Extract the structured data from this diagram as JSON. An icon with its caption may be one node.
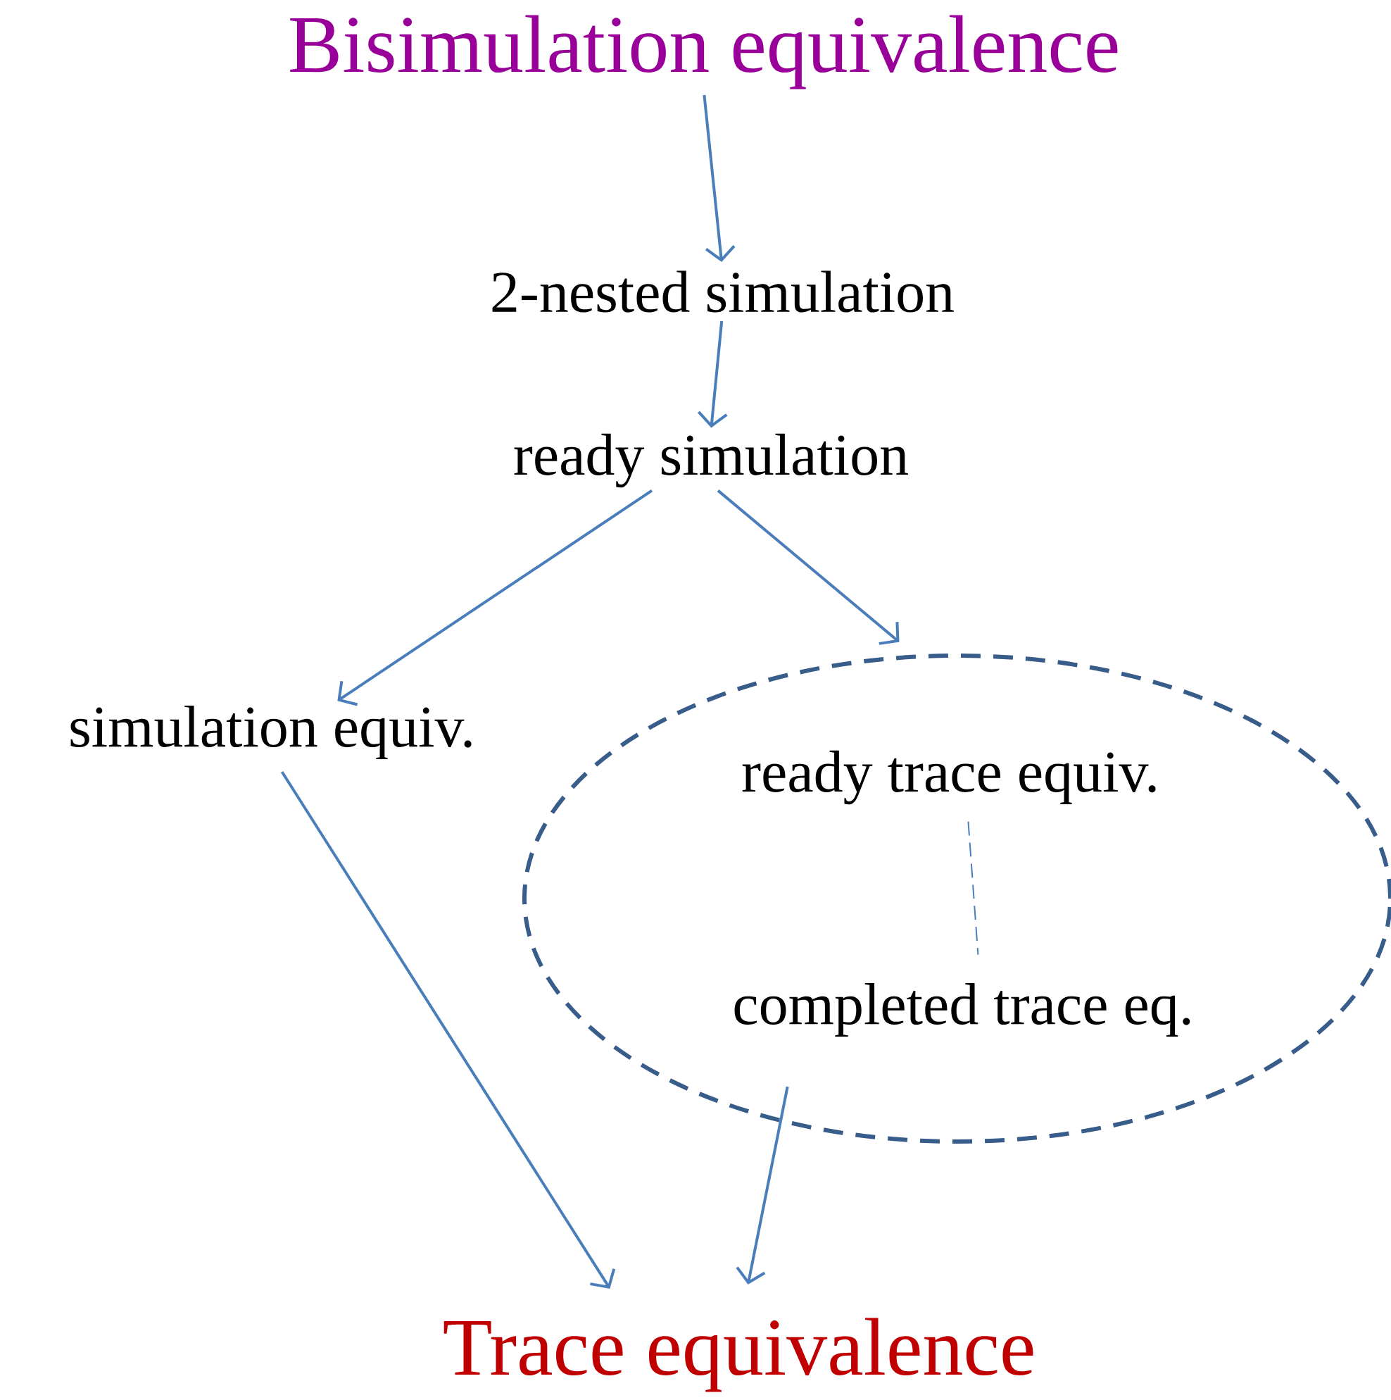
{
  "diagram": {
    "nodes": [
      {
        "text": [
          "Bisimulation equivalence"
        ]
      },
      {
        "text": [
          "2-nested simulation"
        ]
      },
      {
        "text": [
          "ready simulation"
        ]
      },
      {
        "text": [
          "simulation equiv."
        ]
      },
      {
        "text": [],
        "shape": "ellipse"
      },
      {
        "text": [
          "ready trace equiv."
        ],
        "in": 4
      },
      {
        "text": [
          "completed trace eq."
        ],
        "in": 4
      },
      {
        "text": [
          "Trace equivalence"
        ]
      }
    ],
    "edges": [
      {
        "from": 0,
        "to": 1,
        "arrow": "to"
      },
      {
        "from": 1,
        "to": 2,
        "arrow": "to"
      },
      {
        "from": 2,
        "to": 3,
        "arrow": "to"
      },
      {
        "from": 2,
        "to": 4,
        "arrow": "to"
      },
      {
        "from": 3,
        "to": 7,
        "arrow": "to"
      },
      {
        "from": 6,
        "to": 7,
        "arrow": "to"
      },
      {
        "from": 5,
        "to": 6,
        "arrow": "none",
        "style": "dashed"
      }
    ]
  }
}
